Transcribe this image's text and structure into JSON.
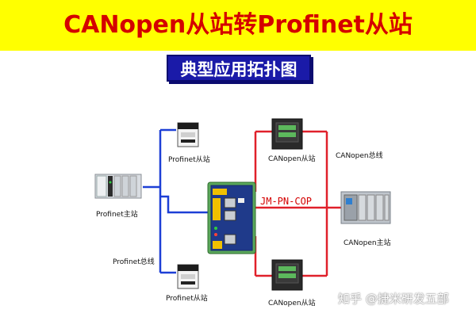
{
  "title": "CANopen从站转Profinet从站",
  "subtitle": "典型应用拓扑图",
  "gateway": {
    "model_label": "JM-PN-COP"
  },
  "labels": {
    "profinet_master": "Profinet主站",
    "profinet_slave_top": "Profinet从站",
    "profinet_slave_bottom": "Profinet从站",
    "profinet_bus": "Profinet总线",
    "canopen_slave_top": "CANopen从站",
    "canopen_slave_bottom": "CANopen从站",
    "canopen_bus": "CANopen总线",
    "canopen_master": "CANopen主站"
  },
  "watermark": "知乎 @捷米研发五部",
  "colors": {
    "title_bg": "#ffff00",
    "title_text": "#d40000",
    "subtitle_bg": "#1a1aa8",
    "profinet_line": "#1d3fd6",
    "canopen_line": "#e0202a"
  }
}
